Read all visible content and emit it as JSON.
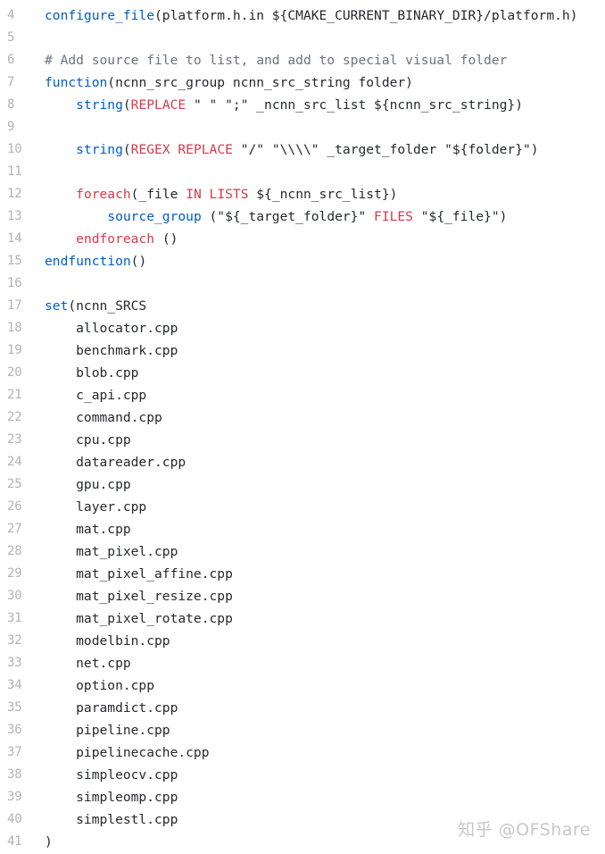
{
  "colors": {
    "background": "#ffffff",
    "line_number": "#b3b3b3",
    "text": "#24292e",
    "function": "#005cc5",
    "keyword": "#d73a49",
    "comment": "#6a737d",
    "watermark": "#c8c8c8"
  },
  "code": {
    "lines": [
      {
        "num": "4",
        "tokens": [
          {
            "t": "configure_file",
            "c": "func"
          },
          {
            "t": "(platform.h.in ${CMAKE_CURRENT_BINARY_DIR}/platform.h)",
            "c": "default"
          }
        ]
      },
      {
        "num": "5",
        "tokens": []
      },
      {
        "num": "6",
        "tokens": [
          {
            "t": "# Add source file to list, and add to special visual folder",
            "c": "comment"
          }
        ]
      },
      {
        "num": "7",
        "tokens": [
          {
            "t": "function",
            "c": "func"
          },
          {
            "t": "(ncnn_src_group ncnn_src_string folder)",
            "c": "default"
          }
        ]
      },
      {
        "num": "8",
        "tokens": [
          {
            "t": "    ",
            "c": "default"
          },
          {
            "t": "string",
            "c": "func"
          },
          {
            "t": "(",
            "c": "default"
          },
          {
            "t": "REPLACE",
            "c": "kw"
          },
          {
            "t": " \" \" \";\" _ncnn_src_list ${ncnn_src_string})",
            "c": "default"
          }
        ]
      },
      {
        "num": "9",
        "tokens": []
      },
      {
        "num": "10",
        "tokens": [
          {
            "t": "    ",
            "c": "default"
          },
          {
            "t": "string",
            "c": "func"
          },
          {
            "t": "(",
            "c": "default"
          },
          {
            "t": "REGEX REPLACE",
            "c": "kw"
          },
          {
            "t": " \"/\" \"\\\\\\\\\" _target_folder \"${folder}\")",
            "c": "default"
          }
        ]
      },
      {
        "num": "11",
        "tokens": []
      },
      {
        "num": "12",
        "tokens": [
          {
            "t": "    ",
            "c": "default"
          },
          {
            "t": "foreach",
            "c": "kw"
          },
          {
            "t": "(_file ",
            "c": "default"
          },
          {
            "t": "IN LISTS",
            "c": "kw"
          },
          {
            "t": " ${_ncnn_src_list})",
            "c": "default"
          }
        ]
      },
      {
        "num": "13",
        "tokens": [
          {
            "t": "        ",
            "c": "default"
          },
          {
            "t": "source_group",
            "c": "func"
          },
          {
            "t": " (\"${_target_folder}\" ",
            "c": "default"
          },
          {
            "t": "FILES",
            "c": "kw"
          },
          {
            "t": " \"${_file}\")",
            "c": "default"
          }
        ]
      },
      {
        "num": "14",
        "tokens": [
          {
            "t": "    ",
            "c": "default"
          },
          {
            "t": "endforeach",
            "c": "kw"
          },
          {
            "t": " ()",
            "c": "default"
          }
        ]
      },
      {
        "num": "15",
        "tokens": [
          {
            "t": "endfunction",
            "c": "func"
          },
          {
            "t": "()",
            "c": "default"
          }
        ]
      },
      {
        "num": "16",
        "tokens": []
      },
      {
        "num": "17",
        "tokens": [
          {
            "t": "set",
            "c": "func"
          },
          {
            "t": "(ncnn_SRCS",
            "c": "default"
          }
        ]
      },
      {
        "num": "18",
        "tokens": [
          {
            "t": "    allocator.cpp",
            "c": "default"
          }
        ]
      },
      {
        "num": "19",
        "tokens": [
          {
            "t": "    benchmark.cpp",
            "c": "default"
          }
        ]
      },
      {
        "num": "20",
        "tokens": [
          {
            "t": "    blob.cpp",
            "c": "default"
          }
        ]
      },
      {
        "num": "21",
        "tokens": [
          {
            "t": "    c_api.cpp",
            "c": "default"
          }
        ]
      },
      {
        "num": "22",
        "tokens": [
          {
            "t": "    command.cpp",
            "c": "default"
          }
        ]
      },
      {
        "num": "23",
        "tokens": [
          {
            "t": "    cpu.cpp",
            "c": "default"
          }
        ]
      },
      {
        "num": "24",
        "tokens": [
          {
            "t": "    datareader.cpp",
            "c": "default"
          }
        ]
      },
      {
        "num": "25",
        "tokens": [
          {
            "t": "    gpu.cpp",
            "c": "default"
          }
        ]
      },
      {
        "num": "26",
        "tokens": [
          {
            "t": "    layer.cpp",
            "c": "default"
          }
        ]
      },
      {
        "num": "27",
        "tokens": [
          {
            "t": "    mat.cpp",
            "c": "default"
          }
        ]
      },
      {
        "num": "28",
        "tokens": [
          {
            "t": "    mat_pixel.cpp",
            "c": "default"
          }
        ]
      },
      {
        "num": "29",
        "tokens": [
          {
            "t": "    mat_pixel_affine.cpp",
            "c": "default"
          }
        ]
      },
      {
        "num": "30",
        "tokens": [
          {
            "t": "    mat_pixel_resize.cpp",
            "c": "default"
          }
        ]
      },
      {
        "num": "31",
        "tokens": [
          {
            "t": "    mat_pixel_rotate.cpp",
            "c": "default"
          }
        ]
      },
      {
        "num": "32",
        "tokens": [
          {
            "t": "    modelbin.cpp",
            "c": "default"
          }
        ]
      },
      {
        "num": "33",
        "tokens": [
          {
            "t": "    net.cpp",
            "c": "default"
          }
        ]
      },
      {
        "num": "34",
        "tokens": [
          {
            "t": "    option.cpp",
            "c": "default"
          }
        ]
      },
      {
        "num": "35",
        "tokens": [
          {
            "t": "    paramdict.cpp",
            "c": "default"
          }
        ]
      },
      {
        "num": "36",
        "tokens": [
          {
            "t": "    pipeline.cpp",
            "c": "default"
          }
        ]
      },
      {
        "num": "37",
        "tokens": [
          {
            "t": "    pipelinecache.cpp",
            "c": "default"
          }
        ]
      },
      {
        "num": "38",
        "tokens": [
          {
            "t": "    simpleocv.cpp",
            "c": "default"
          }
        ]
      },
      {
        "num": "39",
        "tokens": [
          {
            "t": "    simpleomp.cpp",
            "c": "default"
          }
        ]
      },
      {
        "num": "40",
        "tokens": [
          {
            "t": "    simplestl.cpp",
            "c": "default"
          }
        ]
      },
      {
        "num": "41",
        "tokens": [
          {
            "t": ")",
            "c": "default"
          }
        ]
      }
    ]
  },
  "watermark": {
    "text": "知乎 @OFShare"
  }
}
